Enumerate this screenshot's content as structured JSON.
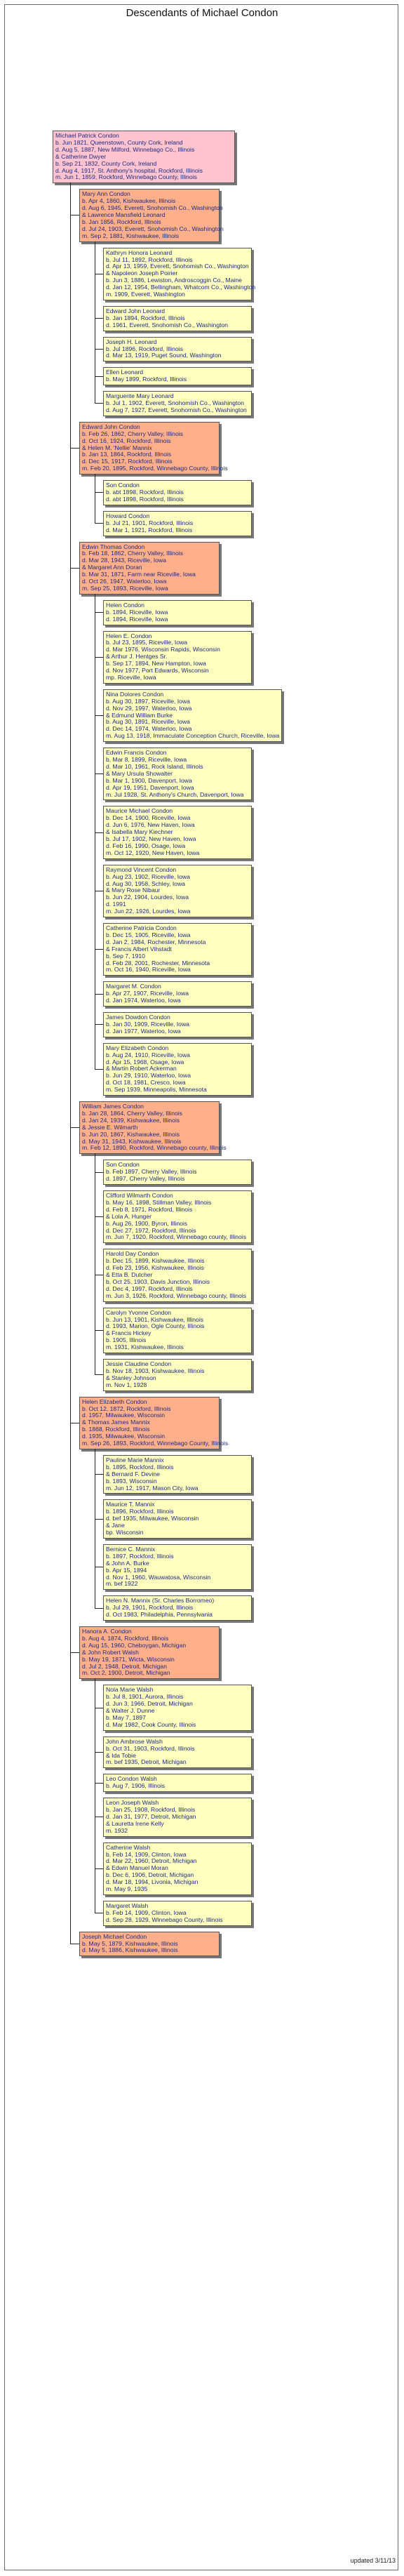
{
  "title": "Descendants of Michael Condon",
  "updated": "updated 3/11/13",
  "root": {
    "lines": [
      "Michael Patrick Condon",
      "b. Jun 1821, Queenstown, County Cork, Ireland",
      "d. Aug 5, 1887, New Milford, Winnebago Co., Illinois",
      "& Catherine Dwyer",
      "b. Sep 21, 1832, County Cork, Ireland",
      "d. Aug 4, 1917, St. Anthony's hospital, Rockford, Illinois",
      "m. Jun 1, 1859, Rockford, Winnebago County, Illinois"
    ]
  },
  "families": [
    {
      "parent": [
        "Mary Ann Condon",
        "b. Apr 4, 1860, Kishwaukee, Illinois",
        "d. Aug 6, 1945, Everett, Snohomish Co., Washington",
        "& Lawrence Mansfield Leonard",
        "b. Jan 1856, Rockford, Illinois",
        "d. Jul 24, 1903, Everett, Snohomish Co., Washington",
        "m. Sep 2, 1881, Kishwaukee, Illinois"
      ],
      "children": [
        [
          "Kathryn Honora Leonard",
          "b. Jul 11, 1892, Rockford, Illinois",
          "d. Apr 13, 1959, Everett, Snohomish Co., Washington",
          "& Napoleon Joseph Poirier",
          "b. Jun 3, 1886, Lewiston, Androscoggin Co., Maine",
          "d. Jan 12, 1954, Bellingham, Whatcom Co., Washington",
          "m. 1909, Everett, Washington"
        ],
        [
          "Edward John Leonard",
          "b. Jan 1894, Rockford, Illinois",
          "d. 1961, Everett, Snohomish Co., Washington"
        ],
        [
          "Joseph H. Leonard",
          "b. Jul 1896, Rockford, Illinois",
          "d. Mar 13, 1919, Puget Sound, Washington"
        ],
        [
          "Ellen Leonard",
          "b. May 1899, Rockford, Illinois"
        ],
        [
          "Marguerite Mary Leonard",
          "b. Jul 1, 1902, Everett, Snohomish Co., Washington",
          "d. Aug 7, 1927, Everett, Snohomish Co., Washington"
        ]
      ]
    },
    {
      "parent": [
        "Edward John Condon",
        "b. Feb 26, 1862, Cherry Valley, Illinois",
        "d. Oct 16, 1924, Rockford, Illinois",
        "& Helen M. 'Nellie' Mannix",
        "b. Jan 13, 1864, Rockford, Illinois",
        "d. Dec 15, 1917, Rockford, Illinois",
        "m. Feb 20, 1895, Rockford, Winnebago County, Illinois"
      ],
      "children": [
        [
          "Son Condon",
          "b. abt 1898, Rockford, Illinois",
          "d. abt 1898, Rockford, Illinois"
        ],
        [
          "Howard Condon",
          "b. Jul 21, 1901, Rockford, Illinois",
          "d. Mar 1, 1921, Rockford, Illinois"
        ]
      ]
    },
    {
      "parent": [
        "Edwin Thomas Condon",
        "b. Feb 18, 1862, Cherry Valley, Illinois",
        "d. Mar 28, 1943, Riceville, Iowa",
        "& Margaret Ann Doran",
        "b. Mar 31, 1871, Farm near Riceville, Iowa",
        "d. Oct 26, 1947, Waterloo, Iowa",
        "m. Sep 25, 1893, Riceville, Iowa"
      ],
      "children": [
        [
          "Helen Condon",
          "b. 1894, Riceville, Iowa",
          "d. 1894, Riceville, Iowa"
        ],
        [
          "Helen E. Condon",
          "b. Jul 23, 1895, Riceville, Iowa",
          "d. Mar 1976, Wisconsin Rapids, Wisconsin",
          "& Arthur J. Hentges Sr.",
          "b. Sep 17, 1894, New Hampton, Iowa",
          "d. Nov 1977, Port Edwards, Wisconsin",
          "mp. Riceville, Iowa"
        ],
        [
          "Nina Dolores Condon",
          "b. Aug 30, 1897, Riceville, Iowa",
          "d. Nov 29, 1997, Waterloo, Iowa",
          "& Edmund William Burke",
          "b. Aug 30, 1891, Riceville, Iowa",
          "d. Dec 14, 1974, Waterloo, Iowa",
          "m. Aug 13, 1918, Immaculate Conception Church, Riceville, Iowa"
        ],
        [
          "Edwin Francis Condon",
          "b. Mar 8, 1899, Riceville, Iowa",
          "d. Mar 10, 1961, Rock Island, Illinois",
          "& Mary Ursula Showalter",
          "b. Mar 1, 1900, Davenport, Iowa",
          "d. Apr 19, 1951, Davenport, Iowa",
          "m. Jul 1928, St. Anthony's Church, Davenport, Iowa"
        ],
        [
          "Maurice Michael Condon",
          "b. Dec 14, 1900, Riceville, Iowa",
          "d. Jun 6, 1976, New Haven, Iowa",
          "& Isabella Mary Kiechner",
          "b. Jul 17, 1902, New Haven, Iowa",
          "d. Feb 16, 1990, Osage, Iowa",
          "m. Oct 12, 1920, New Haven, Iowa"
        ],
        [
          "Raymond Vincent Condon",
          "b. Aug 23, 1902, Riceville, Iowa",
          "d. Aug 30, 1958, Schley, Iowa",
          "& Mary Rose Nibaur",
          "b. Jun 22, 1904, Lourdes, Iowa",
          "d. 1991",
          "m. Jun 22, 1926, Lourdes, Iowa"
        ],
        [
          "Catherine Patricia Condon",
          "b. Dec 15, 1905, Riceville, Iowa",
          "d. Jan 2, 1984, Rochester, Minnesota",
          "& Francis Albert Vihstadt",
          "b. Sep 7, 1910",
          "d. Feb 28, 2001, Rochester, Minnesota",
          "m. Oct 16, 1940, Riceville, Iowa"
        ],
        [
          "Margaret M. Condon",
          "b. Apr 27, 1907, Riceville, Iowa",
          "d. Jan 1974, Waterloo, Iowa"
        ],
        [
          "James Dowdon Condon",
          "b. Jan 30, 1909, Riceville, Iowa",
          "d. Jan 1977, Waterloo, Iowa"
        ],
        [
          "Mary Elizabeth Condon",
          "b. Aug 24, 1910, Riceville, Iowa",
          "d. Apr 15, 1968, Osage, Iowa",
          "& Martin Robert Ackerman",
          "b. Jun 29, 1910, Waterloo, Iowa",
          "d. Oct 18, 1981, Cresco, Iowa",
          "m. Sep 1939, Minneapolis, Minnesota"
        ]
      ]
    },
    {
      "parent": [
        "William James Condon",
        "b. Jan 28, 1864, Cherry Valley, Illinois",
        "d. Jan 24, 1939, Kishwaukee, Illinois",
        "& Jessie E. Wilmarth",
        "b. Jun 20, 1867, Kishwaukee, Illinois",
        "d. May 31, 1943, Kishwaukee, Illinois",
        "m. Feb 12, 1890, Rockford, Winnebago county, Illinois"
      ],
      "children": [
        [
          "Son Condon",
          "b. Feb 1897, Cherry Valley, Illinois",
          "d. 1897, Cherry Valley, Illinois"
        ],
        [
          "Clifford Wilmarth Condon",
          "b. May 16, 1898, Stillman Valley, Illinois",
          "d. Feb 8, 1971, Rockford, Illinois",
          "& Lola A. Hunger",
          "b. Aug 26, 1900, Byron, Illinois",
          "d. Dec 27, 1972, Rockford, Illinois",
          "m. Jun 7, 1920, Rockford, Winnebago county, Illinois"
        ],
        [
          "Harold Day Condon",
          "b. Dec 15, 1899, Kishwaukee, Illinois",
          "d. Feb 23, 1956, Kishwaukee, Illinois",
          "& Etta B. Dutcher",
          "b. Oct 25, 1903, Davis Junction, Illinois",
          "d. Dec 4, 1997, Rockford, Illinois",
          "m. Jun 3, 1926, Rockford, Winnebago county, Illinois"
        ],
        [
          "Carolyn Yvonne Condon",
          "b. Jun 13, 1901, Kishwaukee, Illinois",
          "d. 1993, Marion, Ogle County, Illinois",
          "& Francis Hickey",
          "b. 1905, Illinois",
          "m. 1931, Kishwaukee, Illinois"
        ],
        [
          "Jessie Claudine Condon",
          "b. Nov 18, 1903, Kishwaukee, Illinois",
          "& Stanley Johnson",
          "m. Nov 1, 1928"
        ]
      ]
    },
    {
      "parent": [
        "Helen Elizabeth Condon",
        "b. Oct 12, 1872, Rockford, Illinois",
        "d. 1957, Milwaukee, Wisconsin",
        "& Thomas James Mannix",
        "b. 1868, Rockford, Illinois",
        "d. 1935, Milwaukee, Wisconsin",
        "m. Sep 26, 1893, Rockford, Winnebago County, Illinois"
      ],
      "children": [
        [
          "Pauline Marie Mannix",
          "b. 1895, Rockford, Illinois",
          "& Bernard F. Devine",
          "b. 1893, Wisconsin",
          "m. Jun 12, 1917, Mason City, Iowa"
        ],
        [
          "Maurice T. Mannix",
          "b. 1896, Rockford, Illinois",
          "d. bef 1935, Milwaukee, Wisconsin",
          "& Jane",
          "bp. Wisconsin"
        ],
        [
          "Bernice C. Mannix",
          "b. 1897, Rockford, Illinois",
          "& John A. Burke",
          "b. Apr 15, 1894",
          "d. Nov 1, 1960, Wauwatosa, Wisconsin",
          "m. bef 1922"
        ],
        [
          "Helen N. Mannix (Sr. Charles Borromeo)",
          "b. Jul 29, 1901, Rockford, Illinois",
          "d. Oct 1983, Philadelphia, Pennsylvania"
        ]
      ]
    },
    {
      "parent": [
        "Hanora A. Condon",
        "b. Aug 4, 1874, Rockford, Illinois",
        "d. Aug 15, 1960, Cheboygan, Michigan",
        "& John Robert Walsh",
        "b. May 19, 1871, Wicta, Wisconsin",
        "d. Jul 2, 1948, Detroit, Michigan",
        "m. Oct 2, 1900, Detroit, Michigan"
      ],
      "children": [
        [
          "Nola Marie Walsh",
          "b. Jul 8, 1901, Aurora, Illinois",
          "d. Jun 3, 1966, Detroit, Michigan",
          "& Walter J. Dunne",
          "b. May 7, 1897",
          "d. Mar 1982, Cook County, Illinois"
        ],
        [
          "John Ambrose Walsh",
          "b. Oct 31, 1903, Rockford, Illinois",
          "& Ida Tobie",
          "m. bef 1935, Detroit, Michigan"
        ],
        [
          "Leo Condon Walsh",
          "b. Aug 7, 1906, Illinois"
        ],
        [
          "Leon Joseph Walsh",
          "b. Jan 25, 1908, Rockford, Illinois",
          "d. Jan 31, 1977, Detroit, Michigan",
          "& Lauretta Irene Kelly",
          "m. 1932"
        ],
        [
          "Catherine Walsh",
          "b. Feb 14, 1909, Clinton, Iowa",
          "d. Mar 22, 1960, Detroit, Michigan",
          "& Edwin Manuel Moran",
          "b. Dec 6, 1906, Detroit, Michigan",
          "d. Mar 18, 1994, Livonia, Michigan",
          "m. May 9, 1935"
        ],
        [
          "Margaret Walsh",
          "b. Feb 14, 1909, Clinton, Iowa",
          "d. Sep 28, 1929, Winnebago County, Illinois"
        ]
      ]
    },
    {
      "parent": [
        "Joseph Michael Condon",
        "b. May 5, 1879, Kishwaukee, Illinois",
        "d. May 5, 1886, Kishwaukee, Illinois"
      ],
      "children": []
    }
  ]
}
